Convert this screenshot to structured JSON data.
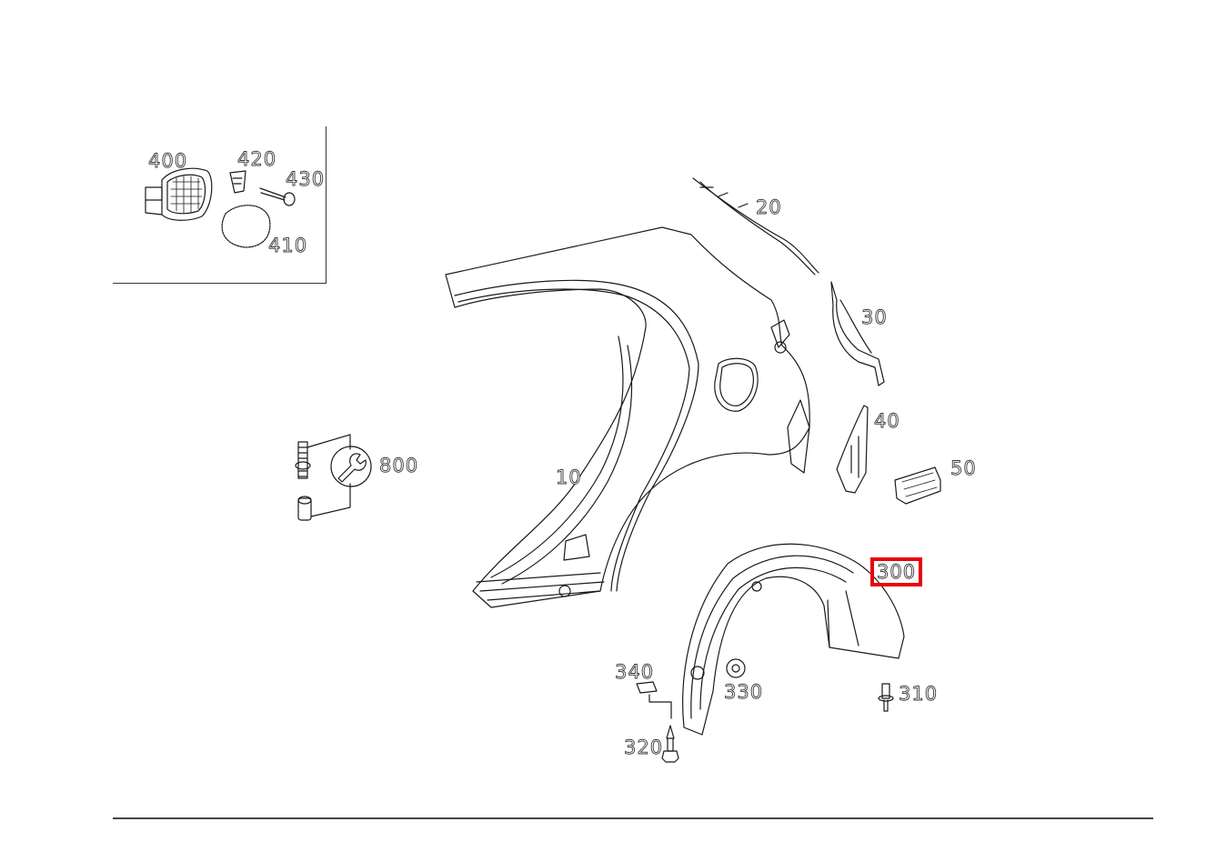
{
  "diagram": {
    "type": "exploded-parts-diagram",
    "subject": "rear quarter panel / wheel arch liner assembly",
    "highlight_color": "#e8000b",
    "line_color": "#1a1a1a",
    "selected_part": "300"
  },
  "inset": {
    "parts": [
      {
        "id": "400",
        "label": "400",
        "desc": "fuel filler flap housing"
      },
      {
        "id": "420",
        "label": "420",
        "desc": "clip"
      },
      {
        "id": "430",
        "label": "430",
        "desc": "pin / push rod"
      },
      {
        "id": "410",
        "label": "410",
        "desc": "seal ring"
      }
    ]
  },
  "fasteners_group": {
    "label": "800",
    "icon": "wrench-icon"
  },
  "callouts": [
    {
      "id": "10",
      "label": "10",
      "desc": "side panel / quarter panel"
    },
    {
      "id": "20",
      "label": "20",
      "desc": "upper reinforcement strip"
    },
    {
      "id": "30",
      "label": "30",
      "desc": "bracket"
    },
    {
      "id": "40",
      "label": "40",
      "desc": "reinforcement plate"
    },
    {
      "id": "50",
      "label": "50",
      "desc": "vent grille"
    },
    {
      "id": "300",
      "label": "300",
      "desc": "wheel arch liner",
      "highlighted": true
    },
    {
      "id": "310",
      "label": "310",
      "desc": "expanding rivet"
    },
    {
      "id": "320",
      "label": "320",
      "desc": "screw"
    },
    {
      "id": "330",
      "label": "330",
      "desc": "clip nut"
    },
    {
      "id": "340",
      "label": "340",
      "desc": "spring nut"
    }
  ]
}
